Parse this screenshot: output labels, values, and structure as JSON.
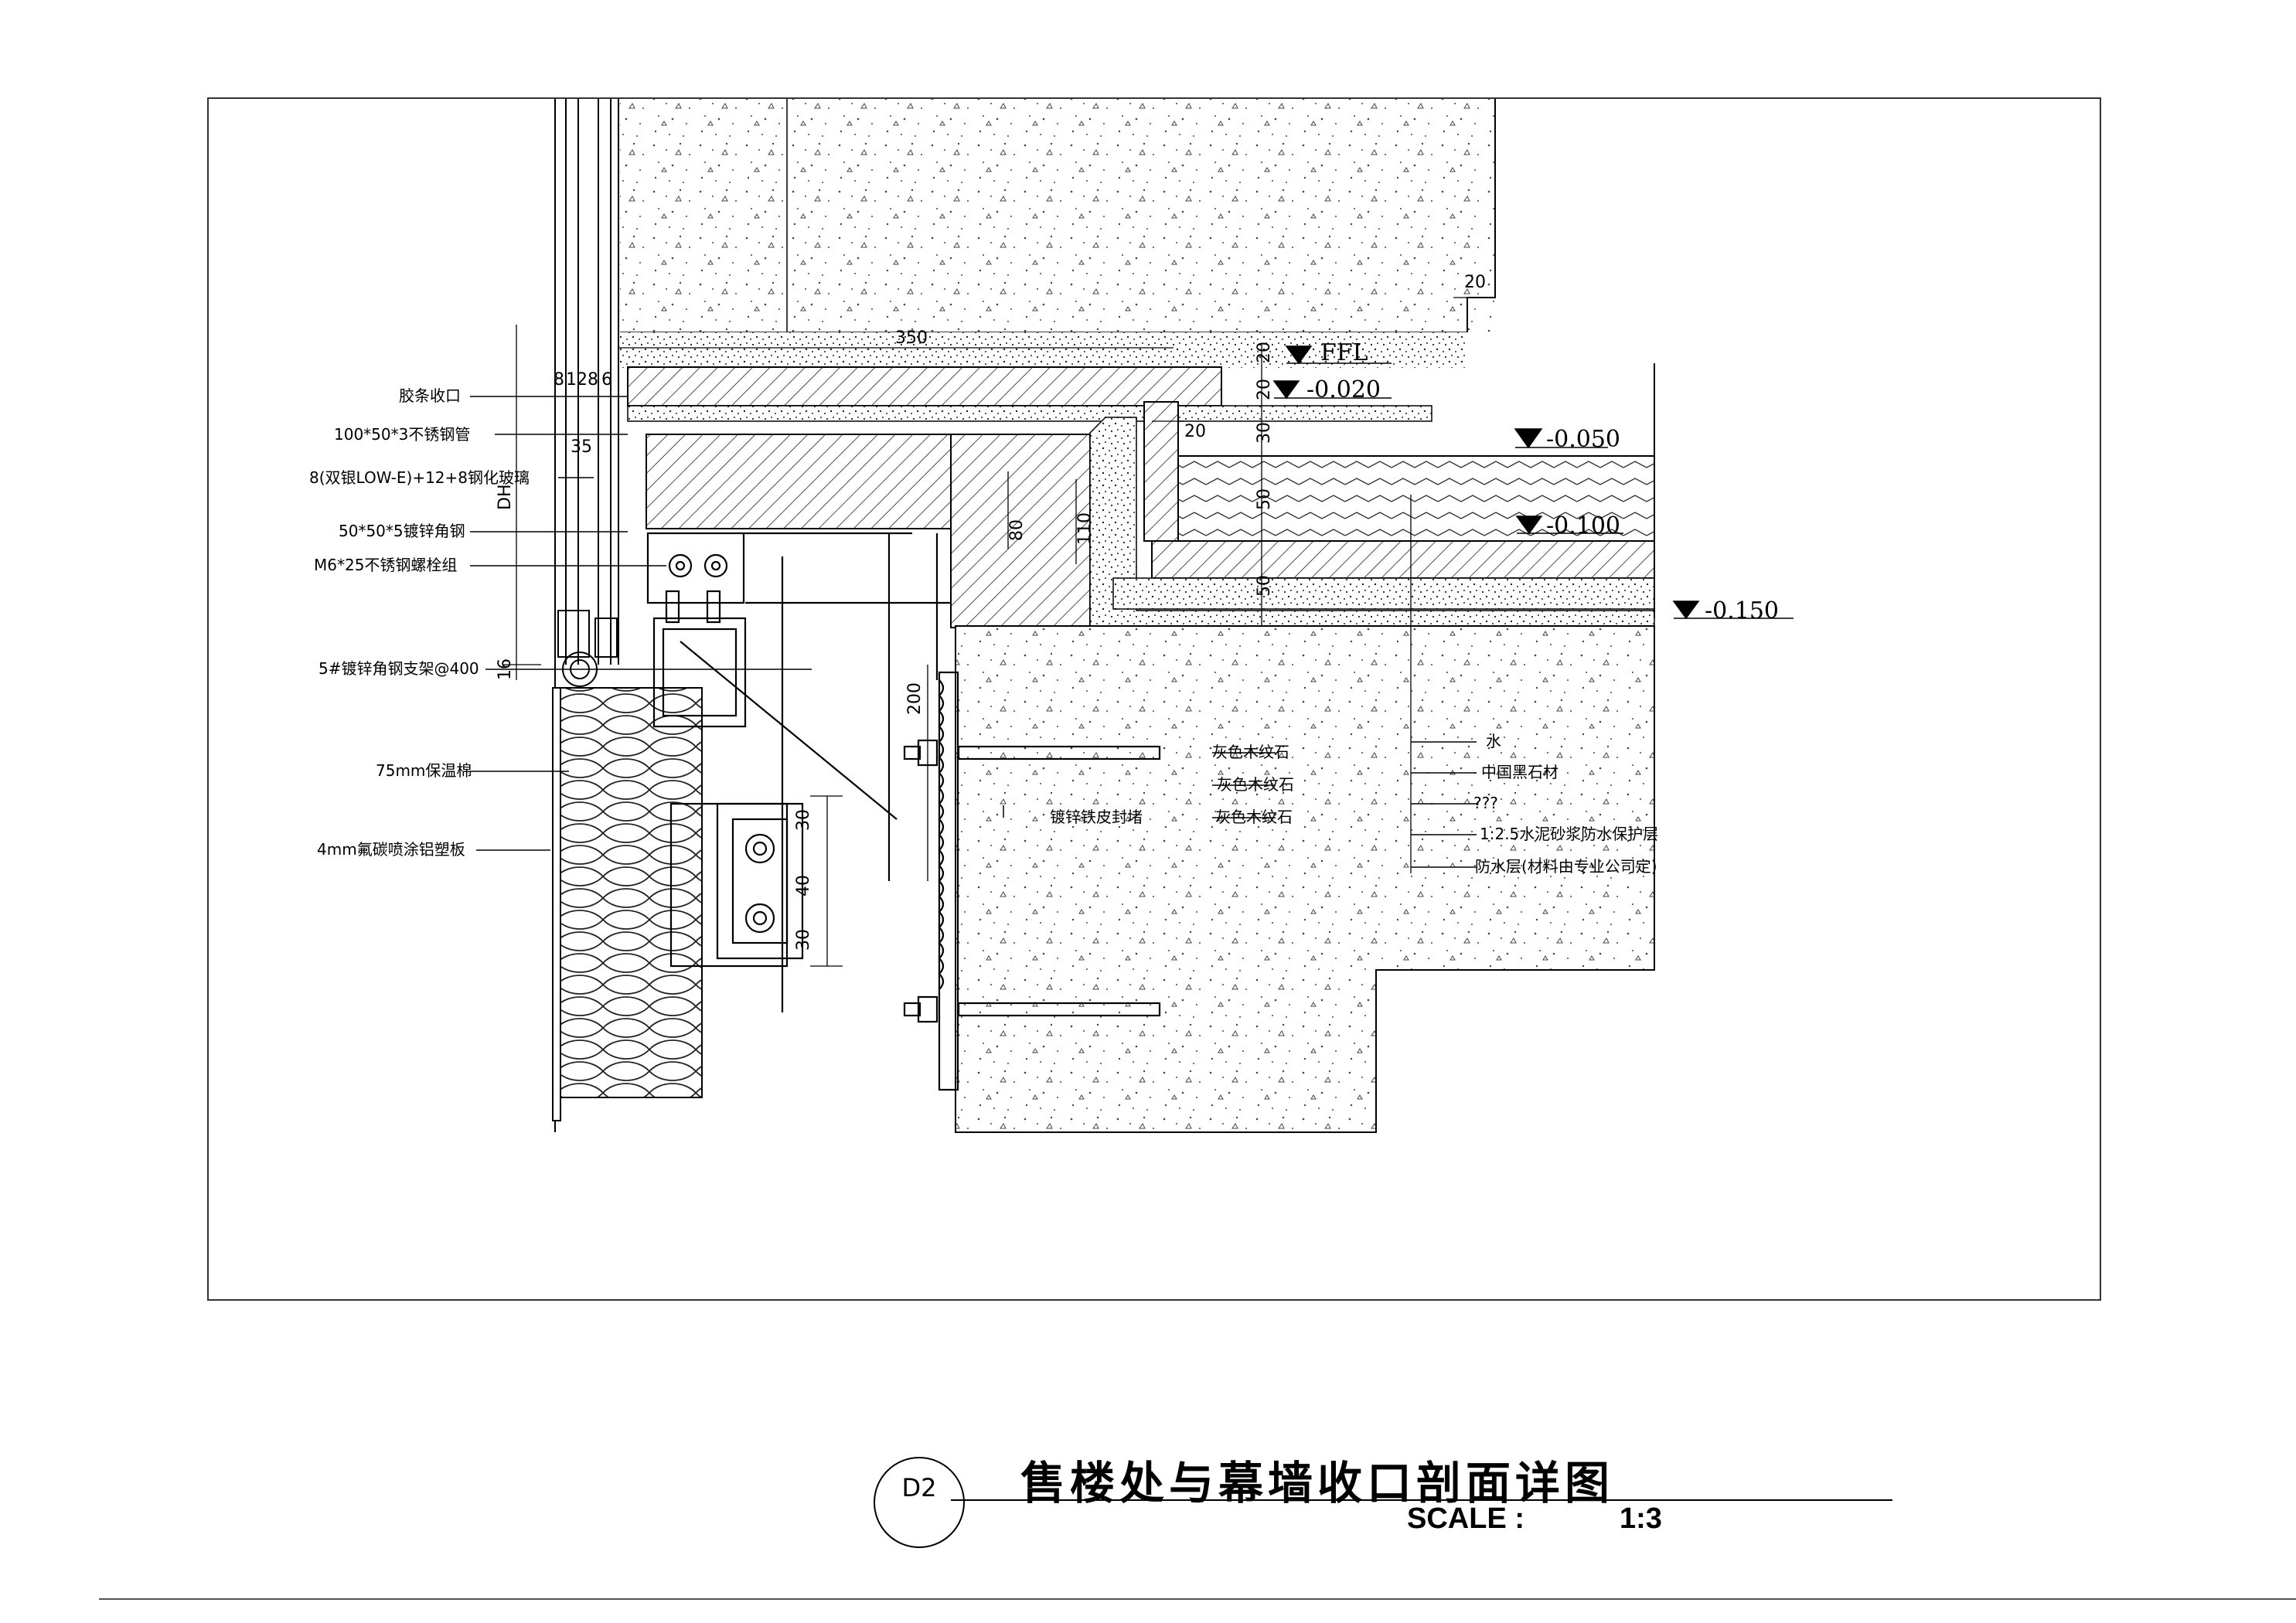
{
  "callouts": {
    "glue_strip": "胶条收口",
    "ss_tube": "100*50*3不锈钢管",
    "glass": "8(双银LOW-E)+12+8钢化玻璃",
    "angle_steel": "50*50*5镀锌角钢",
    "bolt_group": "M6*25不锈钢螺栓组",
    "bracket": "5#镀锌角钢支架@400",
    "insulation": "75mm保温棉",
    "alu_panel": "4mm氟碳喷涂铝塑板",
    "grey_stone_1": "灰色木纹石",
    "grey_stone_2": "灰色木纹石",
    "grey_stone_3": "灰色木纹石",
    "galv_seal": "镀锌铁皮封堵",
    "water": "水",
    "black_stone": "中国黑石材",
    "unknown": "???",
    "mortar": "1:2.5水泥砂浆防水保护层",
    "waterproof": "防水层(材料由专业公司定)"
  },
  "levels": {
    "ffl": "FFL",
    "l020": "-0.020",
    "l050": "-0.050",
    "l100": "-0.100",
    "l150": "-0.150"
  },
  "dimensions": {
    "d350": "350",
    "d20_top": "20",
    "d20_a": "20",
    "d20_b": "20",
    "d30_a": "30",
    "d20_c": "20",
    "d50_a": "50",
    "d50_b": "50",
    "d8": "8",
    "d12": "12",
    "d8b": "8",
    "d6": "6",
    "d35": "35",
    "dh": "DH",
    "d16": "16",
    "d80": "80",
    "d110": "110",
    "d200": "200",
    "d30_b": "30",
    "d40": "40",
    "d30_c": "30"
  },
  "title": {
    "detail_id": "D2",
    "main": "售楼处与幕墙收口剖面详图",
    "scale_label": "SCALE :",
    "scale_value": "1:3"
  }
}
